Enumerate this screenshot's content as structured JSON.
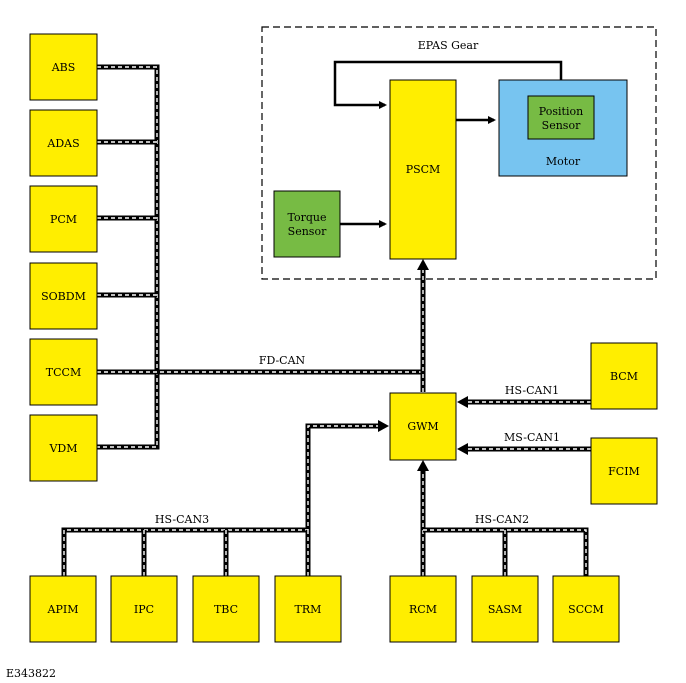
{
  "colors": {
    "module": "#ffee00",
    "sensor": "#77bb44",
    "motor": "#77c4f0"
  },
  "gear_label": "EPAS Gear",
  "modules": {
    "abs": "ABS",
    "adas": "ADAS",
    "pcm": "PCM",
    "sobdm": "SOBDM",
    "tccm": "TCCM",
    "vdm": "VDM",
    "pscm": "PSCM",
    "gwm": "GWM",
    "bcm": "BCM",
    "fcim": "FCIM",
    "apim": "APIM",
    "ipc": "IPC",
    "tbc": "TBC",
    "trm": "TRM",
    "rcm": "RCM",
    "sasm": "SASM",
    "sccm": "SCCM"
  },
  "sensors": {
    "torque": [
      "Torque",
      "Sensor"
    ],
    "position": [
      "Position",
      "Sensor"
    ]
  },
  "motor": "Motor",
  "buses": {
    "fd_can": "FD-CAN",
    "hs_can1": "HS-CAN1",
    "ms_can1": "MS-CAN1",
    "hs_can2": "HS-CAN2",
    "hs_can3": "HS-CAN3"
  },
  "figure_id": "E343822"
}
